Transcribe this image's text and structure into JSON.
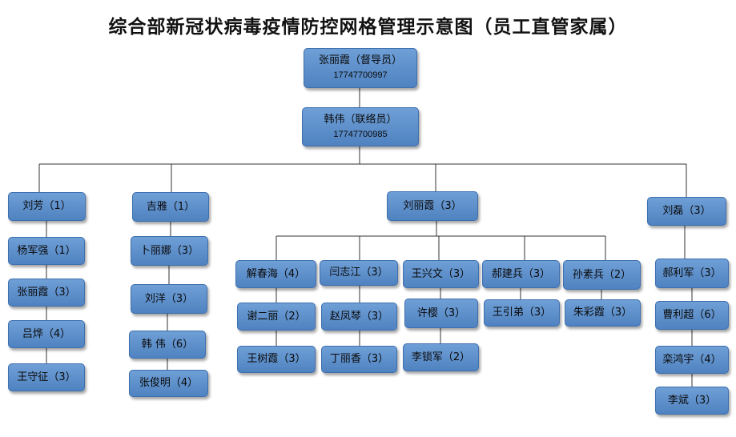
{
  "title": "综合部新冠状病毒疫情防控网格管理示意图（员工直管家属）",
  "supervisor": {
    "name": "张丽霞（督导员）",
    "phone": "17747700997"
  },
  "liaison": {
    "name": "韩伟（联络员）",
    "phone": "17747700985"
  },
  "groups": [
    {
      "leader": "刘芳（1）",
      "members": [
        "杨军强（1）",
        "张丽霞（3）",
        "吕烨（4）",
        "王守征（3）"
      ]
    },
    {
      "leader": "吉雅（1）",
      "members": [
        "卜丽娜（3）",
        "刘洋（3）",
        "韩 伟（6）",
        "张俊明（4）"
      ]
    },
    {
      "leader": "刘丽霞（3）",
      "subgroups": [
        {
          "head": "解春海（4）",
          "members": [
            "谢二丽（2）",
            "王树霞（3）"
          ]
        },
        {
          "head": "闫志江（3）",
          "members": [
            "赵凤琴（3）",
            "丁丽香（3）"
          ]
        },
        {
          "head": "王兴文（3）",
          "members": [
            "许樱（3）",
            "李锁军（2）"
          ]
        },
        {
          "head": "郝建兵（3）",
          "members": [
            "王引弟（3）"
          ]
        },
        {
          "head": "孙素兵（2）",
          "members": [
            "朱彩霞（3）"
          ]
        }
      ]
    },
    {
      "leader": "刘磊（3）",
      "members": [
        "郝利军（3）",
        "曹利超（6）",
        "栾鸿宇（4）",
        "李斌（3）"
      ]
    }
  ]
}
